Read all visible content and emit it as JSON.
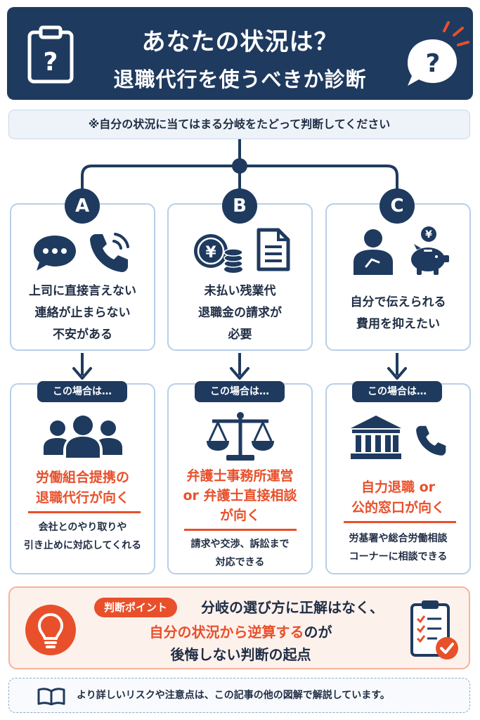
{
  "header": {
    "title_line1": "あなたの状況は？",
    "title_line2": "退職代行を使うべきか診断",
    "clipboard_mark": "?",
    "bubble_mark": "?"
  },
  "note": "※自分の状況に当てはまる分岐をたどって判断してください",
  "branches": [
    {
      "badge": "A",
      "conditions": [
        "上司に直接言えない",
        "連絡が止まらない",
        "不安がある"
      ],
      "pill": "この場合は…",
      "result": [
        "労働組合提携の",
        "退職代行が向く"
      ],
      "desc": [
        "会社とのやり取りや",
        "引き止めに対応してくれる"
      ]
    },
    {
      "badge": "B",
      "conditions": [
        "未払い残業代",
        "退職金の請求が",
        "必要"
      ],
      "pill": "この場合は…",
      "result": [
        "弁護士事務所運営",
        "or 弁護士直接相談",
        "が向く"
      ],
      "desc": [
        "請求や交渉、訴訟まで",
        "対応できる"
      ]
    },
    {
      "badge": "C",
      "conditions": [
        "自分で伝えられる",
        "費用を抑えたい"
      ],
      "pill": "この場合は…",
      "result": [
        "自力退職 or",
        "公的窓口が向く"
      ],
      "desc": [
        "労基署や総合労働相談",
        "コーナーに相談できる"
      ]
    }
  ],
  "icons": {
    "coin_symbol": "¥",
    "pig_symbol": "¥"
  },
  "point": {
    "tag": "判断ポイント",
    "line1": "分岐の選び方に正解はなく、",
    "line2_highlight": "自分の状況から逆算する",
    "line2_rest": "のが",
    "line3": "後悔しない判断の起点"
  },
  "footer": "より詳しいリスクや注意点は、この記事の他の図解で解説しています。",
  "colors": {
    "navy": "#1f3a5f",
    "accent": "#e8502b",
    "card_border": "#b8cfe8"
  }
}
